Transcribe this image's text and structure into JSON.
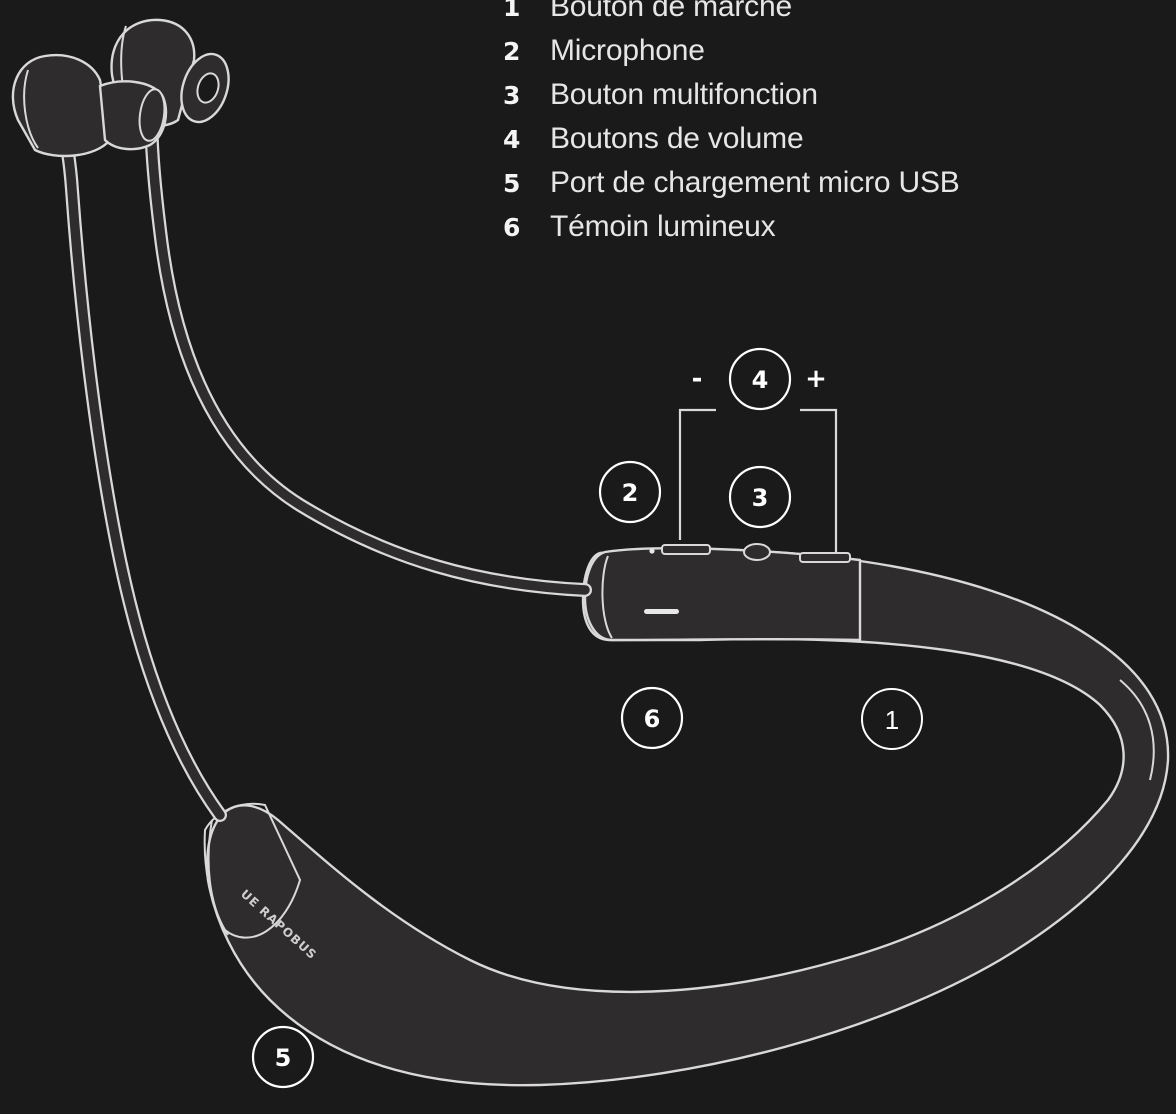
{
  "legend": {
    "items": [
      {
        "number": "1",
        "label": "Bouton de marche"
      },
      {
        "number": "2",
        "label": "Microphone"
      },
      {
        "number": "3",
        "label": "Bouton multifonction"
      },
      {
        "number": "4",
        "label": "Boutons de volume"
      },
      {
        "number": "5",
        "label": "Port de chargement micro USB"
      },
      {
        "number": "6",
        "label": "Témoin lumineux"
      }
    ]
  },
  "callouts": {
    "power": "1",
    "microphone": "2",
    "multifunction": "3",
    "volume": "4",
    "usb_port": "5",
    "indicator": "6",
    "volume_minus": "-",
    "volume_plus": "+"
  },
  "device": {
    "band_print": "UE RAPOBUS"
  },
  "colors": {
    "background": "#1b1a1a",
    "device_fill": "#2e2c2c",
    "outline": "#d9d9d9",
    "text": "#ffffff"
  }
}
